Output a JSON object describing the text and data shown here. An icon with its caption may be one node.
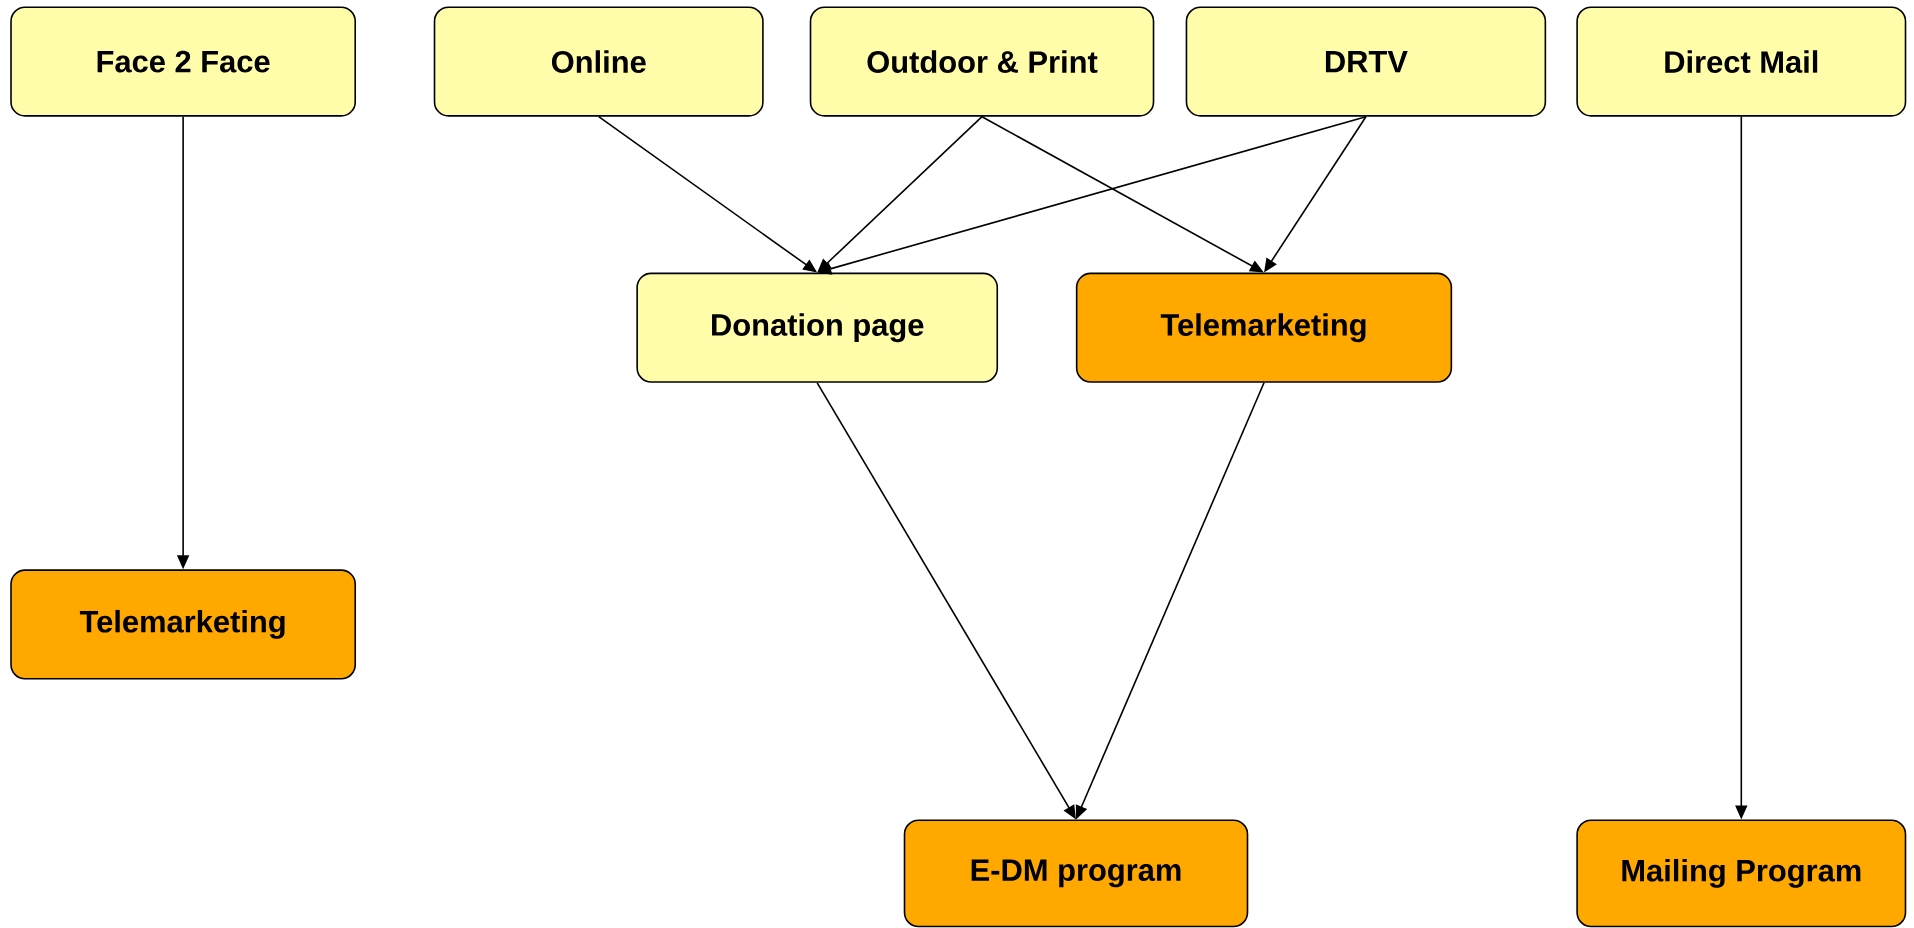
{
  "diagram": {
    "nodes": [
      {
        "text": [
          "Face 2 Face"
        ]
      },
      {
        "text": [
          "Online"
        ]
      },
      {
        "text": [
          "Outdoor & Print"
        ]
      },
      {
        "text": [
          "DRTV"
        ]
      },
      {
        "text": [
          "Direct Mail"
        ]
      },
      {
        "text": [
          "Donation page"
        ]
      },
      {
        "text": [
          "Telemarketing"
        ]
      },
      {
        "text": [
          "Telemarketing"
        ]
      },
      {
        "text": [
          "E-DM program"
        ]
      },
      {
        "text": [
          "Mailing Program"
        ]
      }
    ],
    "edges": [
      {
        "from": 0,
        "to": 7,
        "arrow": "to"
      },
      {
        "from": 1,
        "to": 5,
        "arrow": "to"
      },
      {
        "from": 2,
        "to": 5,
        "arrow": "to"
      },
      {
        "from": 2,
        "to": 6,
        "arrow": "to"
      },
      {
        "from": 3,
        "to": 5,
        "arrow": "to"
      },
      {
        "from": 3,
        "to": 6,
        "arrow": "to"
      },
      {
        "from": 4,
        "to": 9,
        "arrow": "to"
      },
      {
        "from": 5,
        "to": 8,
        "arrow": "to"
      },
      {
        "from": 6,
        "to": 8,
        "arrow": "to"
      }
    ]
  }
}
